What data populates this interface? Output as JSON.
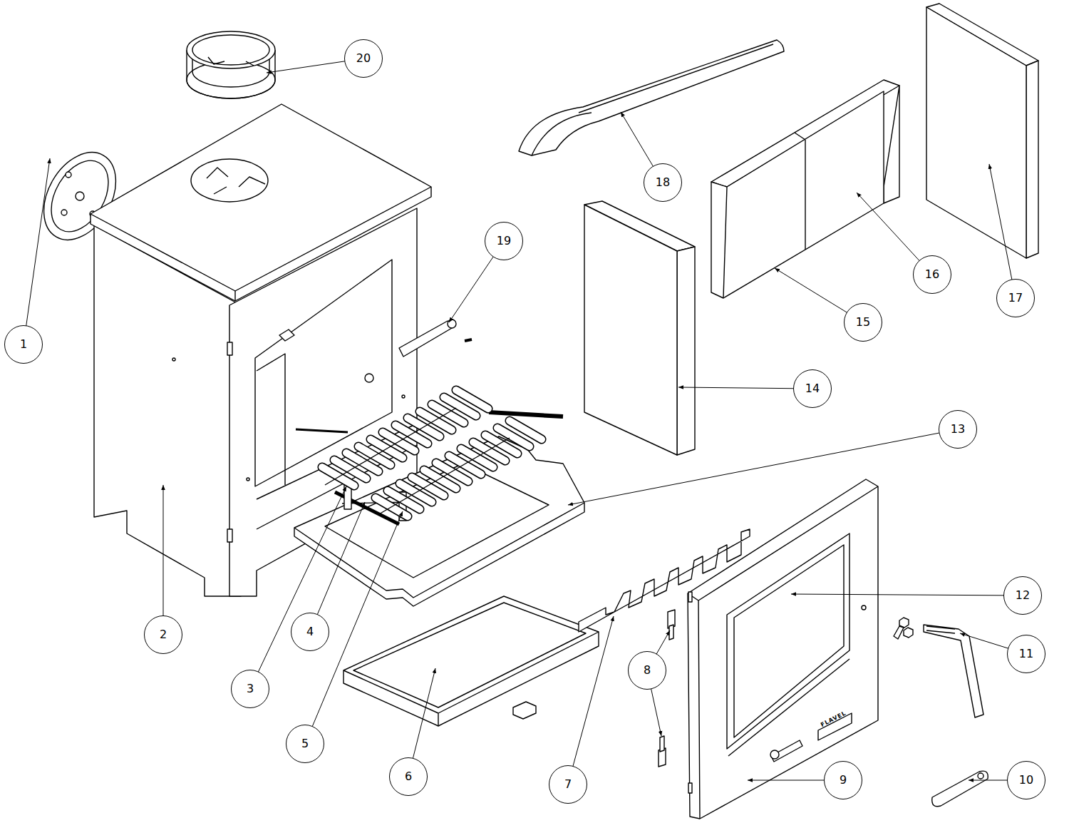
{
  "diagram": {
    "nodes": [
      {
        "text": [
          "20"
        ]
      },
      {
        "text": [
          "18"
        ]
      },
      {
        "text": [
          "19"
        ]
      },
      {
        "text": [
          "16"
        ]
      },
      {
        "text": [
          "17"
        ]
      },
      {
        "text": [
          "15"
        ]
      },
      {
        "text": [
          "1"
        ]
      },
      {
        "text": [
          "14"
        ]
      },
      {
        "text": [
          "13"
        ]
      },
      {
        "text": [
          "12"
        ]
      },
      {
        "text": [
          "4"
        ]
      },
      {
        "text": [
          "2"
        ]
      },
      {
        "text": [
          "11"
        ]
      },
      {
        "text": [
          "8"
        ]
      },
      {
        "text": [
          "3"
        ]
      },
      {
        "text": [
          "5"
        ]
      },
      {
        "text": [
          "6"
        ]
      },
      {
        "text": [
          "9"
        ]
      },
      {
        "text": [
          "10"
        ]
      },
      {
        "text": [
          "7"
        ]
      }
    ],
    "labels": [
      "FLAVEL"
    ]
  }
}
